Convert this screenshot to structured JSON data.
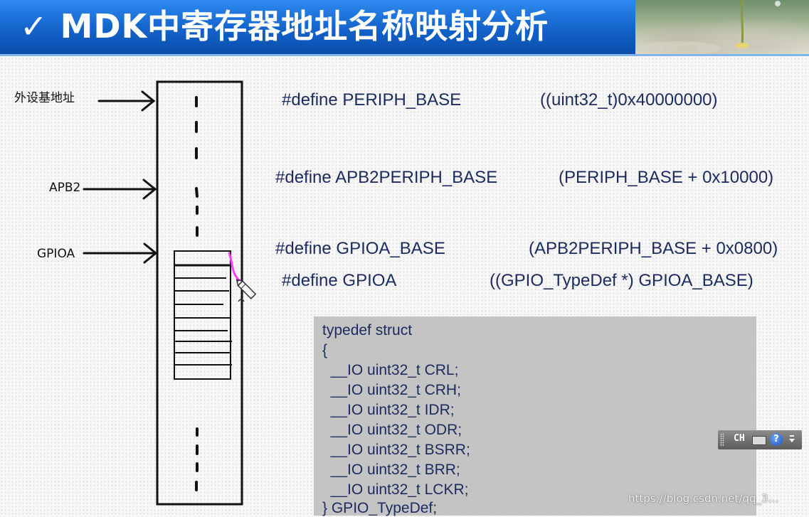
{
  "title": {
    "check": "✓",
    "text": "MDK中寄存器地址名称映射分析"
  },
  "diagram": {
    "labels": {
      "periph_base": "外设基地址",
      "apb2": "APB2",
      "gpioa": "GPIOA"
    }
  },
  "defines": [
    {
      "keyword": "#define",
      "name": "PERIPH_BASE",
      "value": "((uint32_t)0x40000000)"
    },
    {
      "keyword": "#define",
      "name": "APB2PERIPH_BASE",
      "value": "(PERIPH_BASE + 0x10000)"
    },
    {
      "keyword": "#define",
      "name": "GPIOA_BASE",
      "value": "(APB2PERIPH_BASE + 0x0800)"
    },
    {
      "keyword": "#define",
      "name": "GPIOA",
      "value": "((GPIO_TypeDef *) GPIOA_BASE)"
    }
  ],
  "code": {
    "lines": [
      "typedef struct",
      "{",
      "  __IO uint32_t CRL;",
      "  __IO uint32_t CRH;",
      "  __IO uint32_t IDR;",
      "  __IO uint32_t ODR;",
      "  __IO uint32_t BSRR;",
      "  __IO uint32_t BRR;",
      "  __IO uint32_t LCKR;",
      "} GPIO_TypeDef;"
    ]
  },
  "ime": {
    "lang": "CH",
    "help": "?"
  },
  "watermark": "https://blog.csdn.net/qq_3…",
  "colors": {
    "title_bg": "#1262c9",
    "code_text": "#1c2a5e",
    "code_box_bg": "#c4c4c4",
    "pen_stroke": "#ff3cff"
  },
  "icons": [
    "check-icon",
    "pencil-cursor-icon",
    "keyboard-icon",
    "help-icon"
  ]
}
